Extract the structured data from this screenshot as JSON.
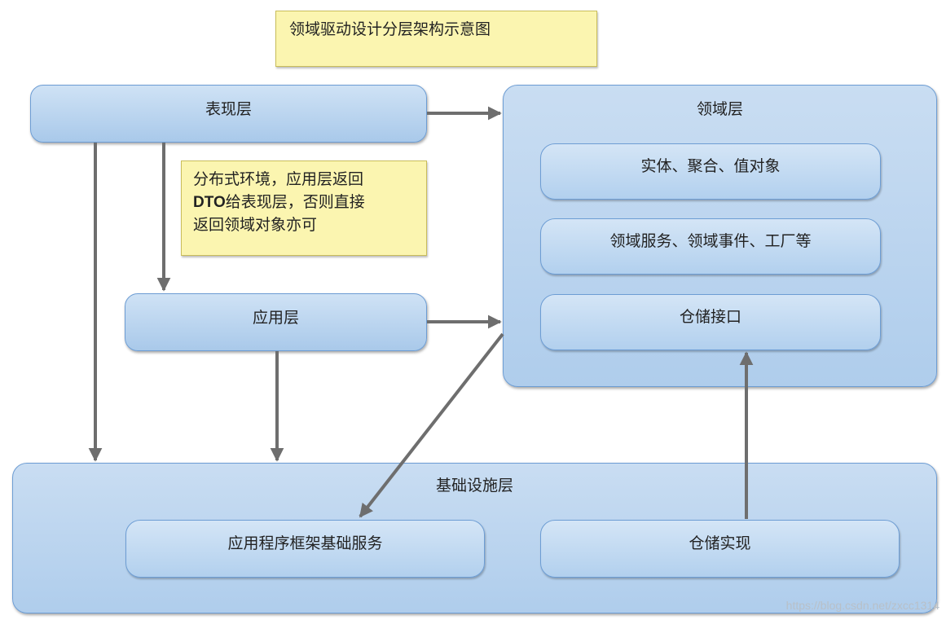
{
  "title_note": "领域驱动设计分层架构示意图",
  "presentation_layer": "表现层",
  "application_layer": "应用层",
  "domain_layer": {
    "title": "领域层",
    "items": [
      "实体、聚合、值对象",
      "领域服务、领域事件、工厂等",
      "仓储接口"
    ]
  },
  "infrastructure_layer": {
    "title": "基础设施层",
    "items": [
      "应用程序框架基础服务",
      "仓储实现"
    ]
  },
  "side_note": {
    "line1": "分布式环境，应用层返回",
    "line2_bold": "DTO",
    "line2_rest": "给表现层，否则直接",
    "line3": "返回领域对象亦可"
  },
  "watermark": "https://blog.csdn.net/zxcc1314",
  "colors": {
    "box_fill": "#b9d4ef",
    "box_border": "#6d9dd4",
    "note_fill": "#fbf5b0",
    "arrow": "#6e6e6e"
  }
}
